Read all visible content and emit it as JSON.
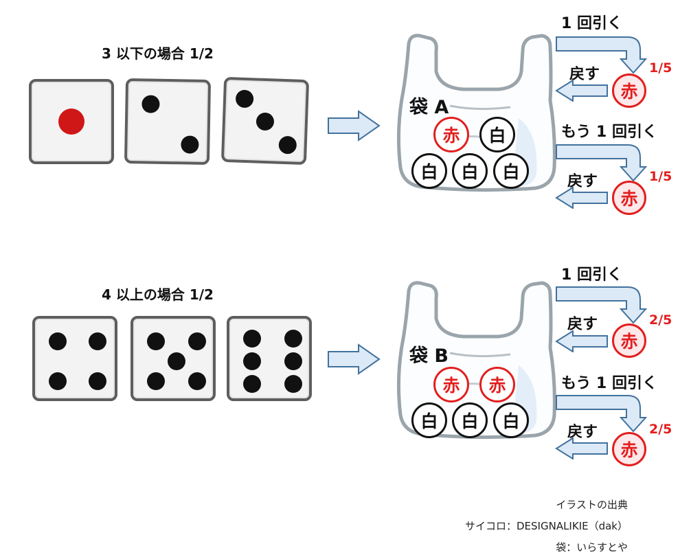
{
  "rows": [
    {
      "title": "3 以下の場合 1/2",
      "bag_label": "袋 A",
      "bag_balls_top": [
        "赤",
        "白"
      ],
      "bag_balls_bottom": [
        "白",
        "白",
        "白"
      ],
      "draw1": "1 回引く",
      "return1": "戻す",
      "draw2": "もう 1 回引く",
      "return2": "戻す",
      "result_ball": "赤",
      "prob1": "1/5",
      "prob2": "1/5"
    },
    {
      "title": "4 以上の場合 1/2",
      "bag_label": "袋 B",
      "bag_balls_top": [
        "赤",
        "赤"
      ],
      "bag_balls_bottom": [
        "白",
        "白",
        "白"
      ],
      "draw1": "1 回引く",
      "return1": "戻す",
      "draw2": "もう 1 回引く",
      "return2": "戻す",
      "result_ball": "赤",
      "prob1": "2/5",
      "prob2": "2/5"
    }
  ],
  "dice_values": [
    1,
    2,
    3,
    4,
    5,
    6
  ],
  "colors": {
    "red": "#e21e1e",
    "arrow_fill": "#dce9f6",
    "arrow_stroke": "#41719c"
  },
  "credits": {
    "line1": "イラストの出典",
    "line2": "サイコロ：DESIGNALIKIE（dak）",
    "line3": "袋：いらすとや"
  }
}
